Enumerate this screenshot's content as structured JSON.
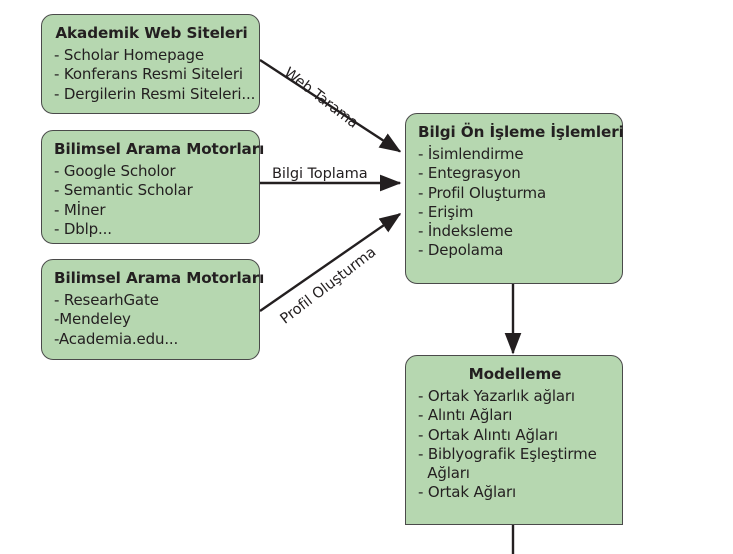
{
  "diagram": {
    "title_hidden": "",
    "colors": {
      "node_fill": "#b6d7b0",
      "node_border": "#4a4a4a",
      "text": "#231f20",
      "edge": "#231f20",
      "background": "#ffffff"
    },
    "nodes": [
      {
        "id": "akademik",
        "title": "Akademik Web Siteleri",
        "items": [
          "- Scholar Homepage",
          "- Konferans Resmi Siteleri",
          "- Dergilerin Resmi Siteleri..."
        ]
      },
      {
        "id": "arama1",
        "title": "Bilimsel Arama Motorları",
        "items": [
          "- Google Scholor",
          "- Semantic Scholar",
          "- Mİner",
          "- Dblp..."
        ]
      },
      {
        "id": "arama2",
        "title": "Bilimsel Arama Motorları",
        "items": [
          "- ResearhGate",
          "-Mendeley",
          "-Academia.edu..."
        ]
      },
      {
        "id": "onisleme",
        "title": "Bilgi Ön İşleme İşlemleri",
        "items": [
          "- İsimlendirme",
          "- Entegrasyon",
          "- Profil Oluşturma",
          "- Erişim",
          "- İndeksleme",
          "- Depolama"
        ]
      },
      {
        "id": "modelleme",
        "title": "Modelleme",
        "items": [
          "- Ortak Yazarlık ağları",
          "- Alıntı Ağları",
          "- Ortak Alıntı Ağları",
          "- Biblyografik Eşleştirme",
          "  Ağları",
          "- Ortak Ağları"
        ]
      }
    ],
    "edges": [
      {
        "id": "web-tarama",
        "label": "Web Tarama",
        "from": "akademik",
        "to": "onisleme"
      },
      {
        "id": "bilgi-toplama",
        "label": "Bilgi Toplama",
        "from": "arama1",
        "to": "onisleme"
      },
      {
        "id": "profil-olusturma",
        "label": "Profil Oluşturma",
        "from": "arama2",
        "to": "onisleme"
      },
      {
        "id": "onisleme-model",
        "label": "",
        "from": "onisleme",
        "to": "modelleme"
      },
      {
        "id": "model-devam",
        "label": "",
        "from": "modelleme",
        "to": ""
      }
    ]
  }
}
